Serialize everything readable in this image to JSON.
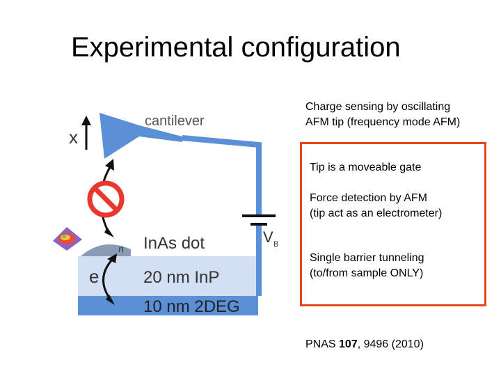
{
  "slide": {
    "title": "Experimental configuration"
  },
  "diagram": {
    "labels": {
      "cantilever": "cantilever",
      "x": "x",
      "inas_dot": "InAs dot",
      "n": "n",
      "e": "e",
      "inp_layer": "20 nm InP",
      "twodeg_layer": "10 nm 2DEG",
      "vb_main": "V",
      "vb_sub": "B"
    },
    "colors": {
      "cantilever_blue": "#5b8fd6",
      "inp_fill": "#d3dff2",
      "twodeg_fill": "#5b8fd6",
      "no_symbol_red": "#e8382e",
      "dot_gray": "#8a9bb5"
    }
  },
  "notes": {
    "charge_sensing_line1": "Charge sensing by oscillating",
    "charge_sensing_line2": "AFM tip (frequency mode AFM)",
    "gate": "Tip is a moveable gate",
    "force_line1": "Force detection by AFM",
    "force_line2": "(tip act as an electrometer)",
    "tunnel_line1": "Single barrier tunneling",
    "tunnel_line2": "(to/from sample ONLY)",
    "ref_prefix": "PNAS ",
    "ref_volume": "107",
    "ref_suffix": ", 9496 (2010)"
  },
  "highlight_box_color": "#e8441e"
}
